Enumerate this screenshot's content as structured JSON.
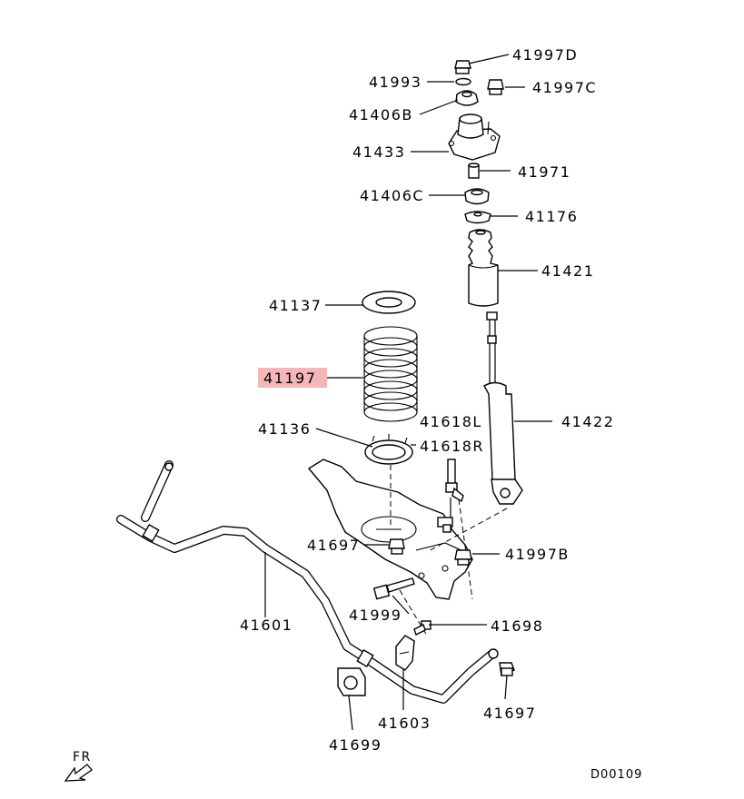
{
  "diagram": {
    "accent_color": "#f4b6b6",
    "highlighted_part": "41197",
    "parts": [
      {
        "id": "p-41997d",
        "label": "41997D"
      },
      {
        "id": "p-41993",
        "label": "41993"
      },
      {
        "id": "p-41997c",
        "label": "41997C"
      },
      {
        "id": "p-41406b",
        "label": "41406B"
      },
      {
        "id": "p-41433",
        "label": "41433"
      },
      {
        "id": "p-41971",
        "label": "41971"
      },
      {
        "id": "p-41406c",
        "label": "41406C"
      },
      {
        "id": "p-41176",
        "label": "41176"
      },
      {
        "id": "p-41421",
        "label": "41421"
      },
      {
        "id": "p-41137",
        "label": "41137"
      },
      {
        "id": "p-41197",
        "label": "41197"
      },
      {
        "id": "p-41422",
        "label": "41422"
      },
      {
        "id": "p-41618l",
        "label": "41618L"
      },
      {
        "id": "p-41136",
        "label": "41136"
      },
      {
        "id": "p-41618r",
        "label": "41618R"
      },
      {
        "id": "p-41697a",
        "label": "41697"
      },
      {
        "id": "p-41997b",
        "label": "41997B"
      },
      {
        "id": "p-41601",
        "label": "41601"
      },
      {
        "id": "p-41999",
        "label": "41999"
      },
      {
        "id": "p-41698",
        "label": "41698"
      },
      {
        "id": "p-41603",
        "label": "41603"
      },
      {
        "id": "p-41697b",
        "label": "41697"
      },
      {
        "id": "p-41699",
        "label": "41699"
      }
    ],
    "front_marker": "FR",
    "diagram_code": "D00109"
  }
}
